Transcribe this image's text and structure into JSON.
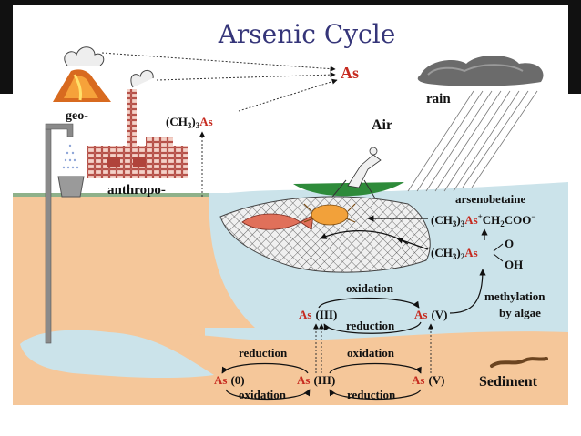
{
  "colors": {
    "title": "#353579",
    "arsenic": "#c62a1f",
    "land": "#f5c79a",
    "water": "#cbe3ea",
    "sediment": "#f5c79a",
    "dark_band": "#111111"
  },
  "title": "Arsenic Cycle",
  "air": {
    "label": "Air",
    "as_label": "As",
    "geo_label": "geo-",
    "anthropo_label": "anthropo-",
    "rain_label": "rain",
    "trimethyl_prefix": "(CH",
    "trimethyl_sub": "3",
    "trimethyl_suffix": ")",
    "trimethyl_sub2": "3",
    "trimethyl_as": "As"
  },
  "water": {
    "arsenobetaine_label": "arsenobetaine",
    "arsenobetaine_formula": {
      "p1": "(CH",
      "s1": "3",
      "p2": ")",
      "s2": "3",
      "as": "As",
      "sup": "+",
      "p3": "CH",
      "s3": "2",
      "p4": "COO",
      "sup2": "−"
    },
    "dma_formula": {
      "p1": "(CH",
      "s1": "3",
      "p2": ")",
      "s2": "2",
      "as": "As",
      "o": "O",
      "oh": "OH"
    },
    "oxidation_label": "oxidation",
    "reduction_label": "reduction",
    "as3": "As",
    "as3_state": "(III)",
    "as5": "As",
    "as5_state": "(V)",
    "methylation_line1": "methylation",
    "methylation_line2": "by algae"
  },
  "sediment": {
    "label": "Sediment",
    "as0": "As",
    "as0_state": "(0)",
    "as3": "As",
    "as3_state": "(III)",
    "as5": "As",
    "as5_state": "(V)",
    "reduction_top": "reduction",
    "oxidation_top": "oxidation",
    "oxidation_bottom": "oxidation",
    "reduction_bottom": "reduction"
  },
  "icons": [
    "volcano-icon",
    "factory-icon",
    "rain-cloud-icon",
    "water-tap-icon",
    "bucket-icon",
    "boat-icon",
    "fish-icon",
    "crab-icon",
    "worm-icon"
  ]
}
